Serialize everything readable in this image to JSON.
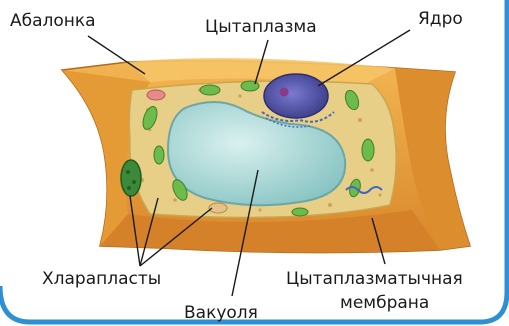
{
  "labels": {
    "cell_wall": "Абалонка",
    "cytoplasm": "Цытаплазма",
    "nucleus": "Ядро",
    "chloroplasts": "Хларапласты",
    "vacuole": "Вакуоля",
    "membrane_line1": "Цытаплазматычная",
    "membrane_line2": "мембрана"
  },
  "colors": {
    "frame": "#2d8fd4",
    "cell_wall": "#e9a03a",
    "cytoplasm": "#e7cf87",
    "vacuole": "#b3dcda",
    "nucleus": "#5656a8",
    "chloroplast": "#6dbb4a",
    "leader_line": "#1a1a1a"
  }
}
